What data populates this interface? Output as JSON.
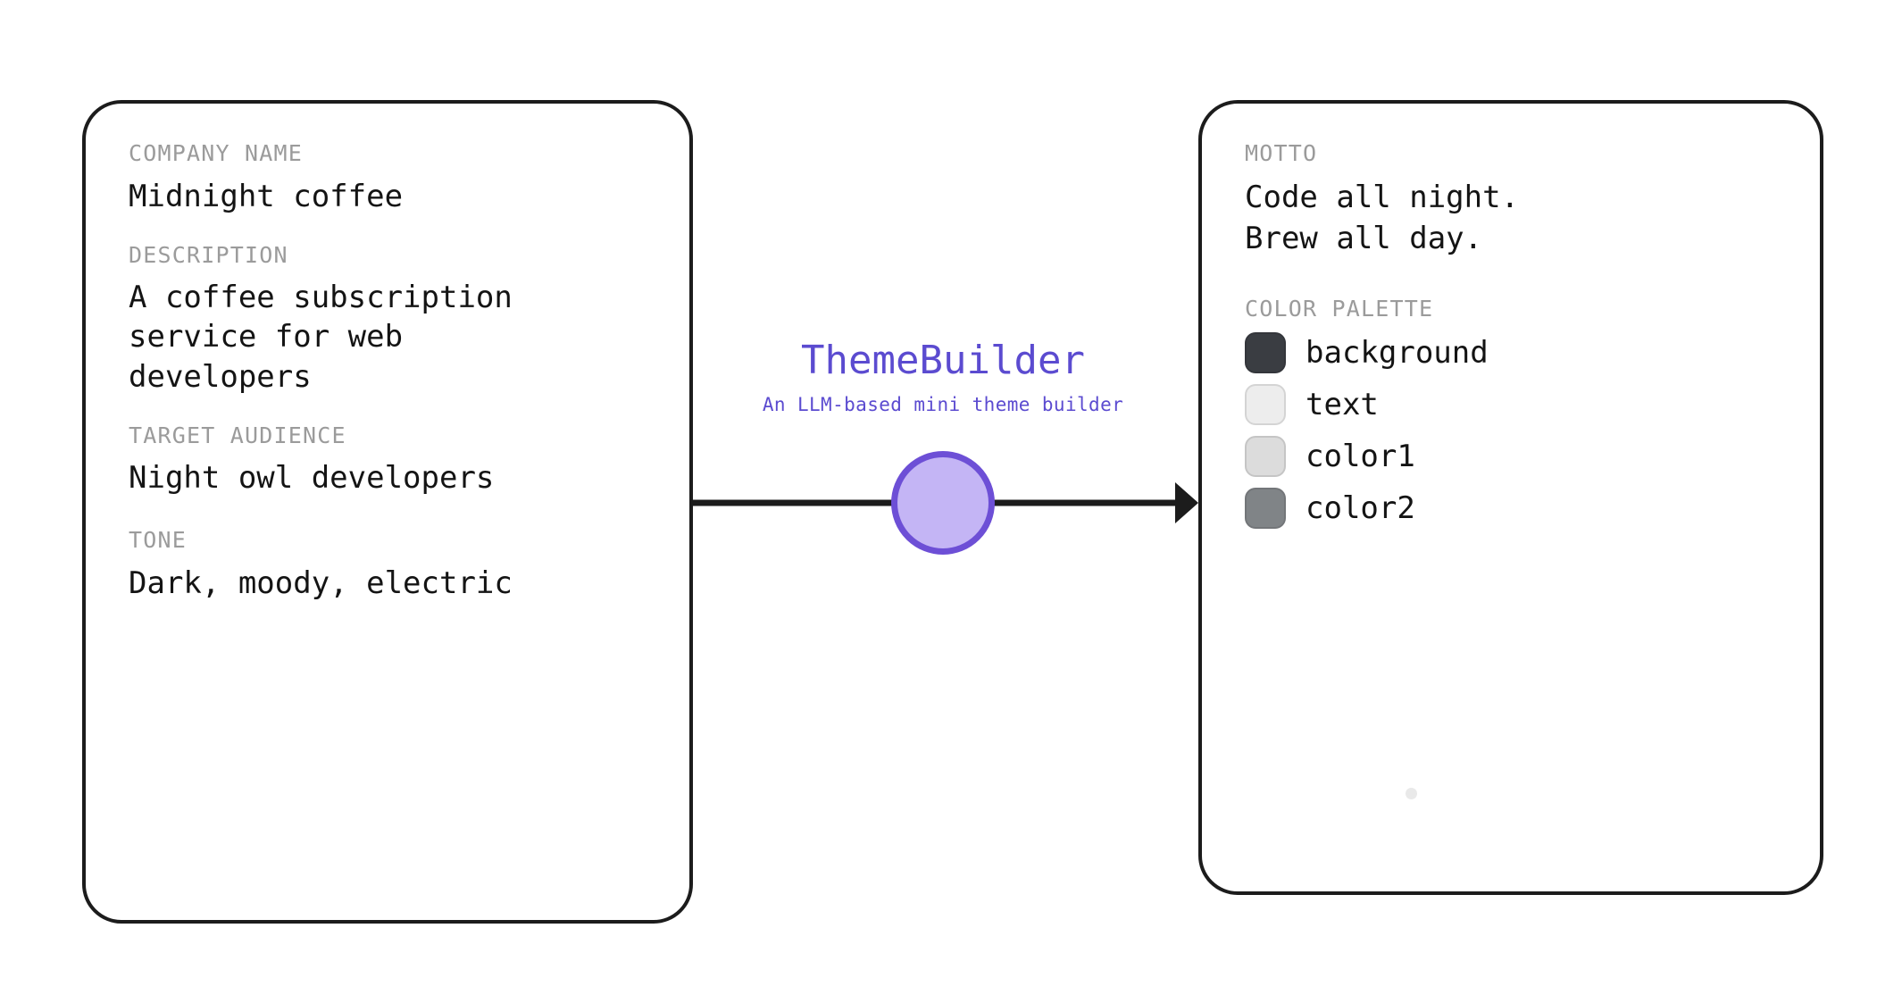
{
  "app": {
    "title": "ThemeBuilder",
    "subtitle": "An LLM-based mini theme builder",
    "accent_color": "#5b4bd0",
    "node_fill_color": "#c4b5f5",
    "node_stroke_color": "#6d4fd6"
  },
  "input_card": {
    "fields": [
      {
        "label": "COMPANY NAME",
        "value": "Midnight coffee"
      },
      {
        "label": "DESCRIPTION",
        "value": "A coffee subscription\nservice for web\ndevelopers"
      },
      {
        "label": "TARGET AUDIENCE",
        "value": "Night owl developers"
      },
      {
        "label": "TONE",
        "value": "Dark, moody, electric"
      }
    ]
  },
  "output_card": {
    "motto": {
      "label": "MOTTO",
      "value": "Code all night.\nBrew all day."
    },
    "palette": {
      "label": "COLOR PALETTE",
      "swatches": [
        {
          "name": "background",
          "color": "#3a3d42"
        },
        {
          "name": "text",
          "color": "#ededed"
        },
        {
          "name": "color1",
          "color": "#dcdcdc"
        },
        {
          "name": "color2",
          "color": "#808487"
        }
      ]
    }
  },
  "connector": {
    "direction": "left-to-right",
    "line_color": "#1c1c1c"
  }
}
